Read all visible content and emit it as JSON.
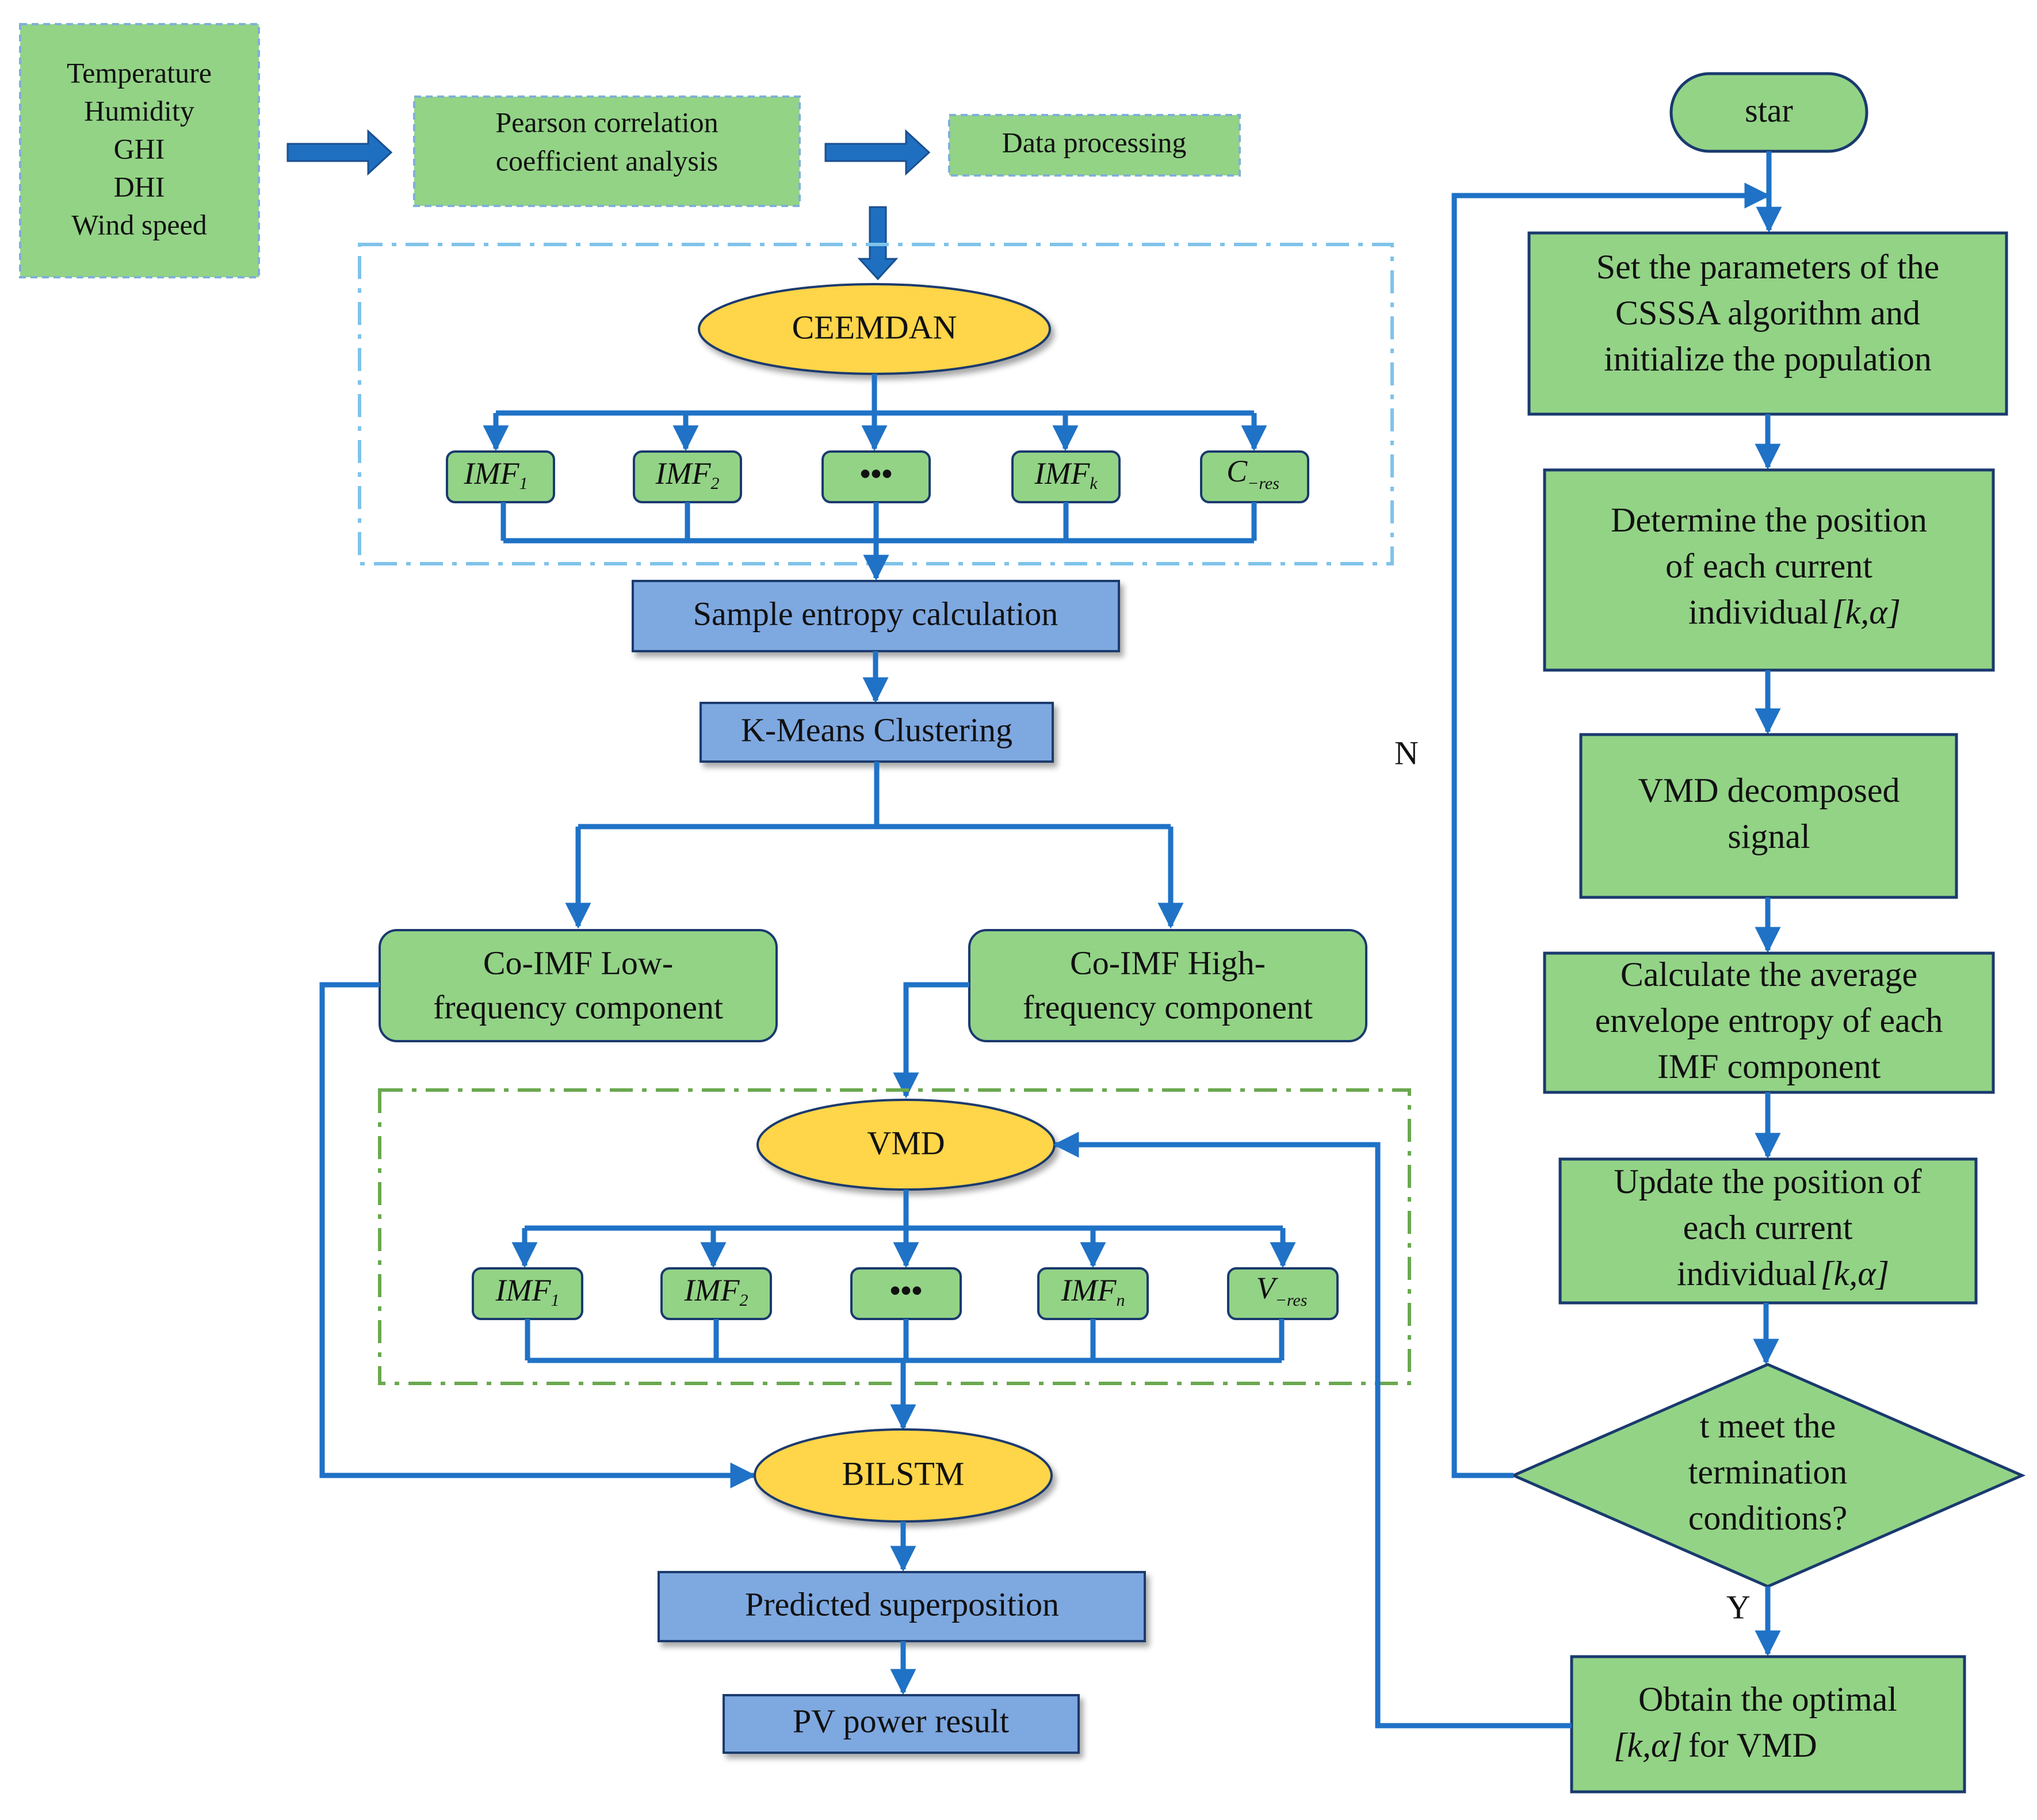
{
  "inputs": {
    "lines": [
      "Temperature",
      "Humidity",
      "GHI",
      "DHI",
      "Wind speed"
    ]
  },
  "pearson": {
    "lines": [
      "Pearson correlation",
      "coefficient analysis"
    ]
  },
  "data_processing": {
    "label": "Data processing"
  },
  "ceemdan": {
    "label": "CEEMDAN",
    "imfs": [
      {
        "base": "IMF",
        "sub": "1"
      },
      {
        "base": "IMF",
        "sub": "2"
      },
      {
        "base": "•••",
        "sub": ""
      },
      {
        "base": "IMF",
        "sub": "k"
      },
      {
        "base": "C",
        "sub": "−res"
      }
    ]
  },
  "sample_entropy": {
    "label": "Sample entropy calculation"
  },
  "kmeans": {
    "label": "K-Means Clustering"
  },
  "low_freq": {
    "lines": [
      "Co-IMF Low-",
      "frequency component"
    ]
  },
  "high_freq": {
    "lines": [
      "Co-IMF High-",
      "frequency component"
    ]
  },
  "vmd": {
    "label": "VMD",
    "imfs": [
      {
        "base": "IMF",
        "sub": "1"
      },
      {
        "base": "IMF",
        "sub": "2"
      },
      {
        "base": "•••",
        "sub": ""
      },
      {
        "base": "IMF",
        "sub": "n"
      },
      {
        "base": "V",
        "sub": "−res"
      }
    ]
  },
  "bilstm": {
    "label": "BILSTM"
  },
  "predicted": {
    "label": "Predicted superposition"
  },
  "pv_result": {
    "label": "PV power result"
  },
  "flow": {
    "start": "star",
    "set_params": [
      "Set the parameters of the",
      "CSSSA algorithm and",
      "initialize the population"
    ],
    "determine": [
      "Determine the position",
      "of each current",
      "individual"
    ],
    "vmd_signal": [
      "VMD decomposed",
      "signal"
    ],
    "envelope": [
      "Calculate the average",
      "envelope entropy of each",
      "IMF component"
    ],
    "update": [
      "Update the position of",
      "each current",
      "individual"
    ],
    "decision": [
      "t meet the",
      "termination",
      "conditions?"
    ],
    "optimal": [
      "Obtain the optimal",
      "for VMD"
    ],
    "param_symbol": "[k,α]",
    "no_label": "N",
    "yes_label": "Y"
  },
  "colors": {
    "green": "#93d386",
    "blue": "#7ea8e0",
    "yellow": "#ffd54a",
    "arrow": "#1f72c6",
    "dash_blue": "#7fc3ea",
    "dash_green": "#6aa84f"
  }
}
